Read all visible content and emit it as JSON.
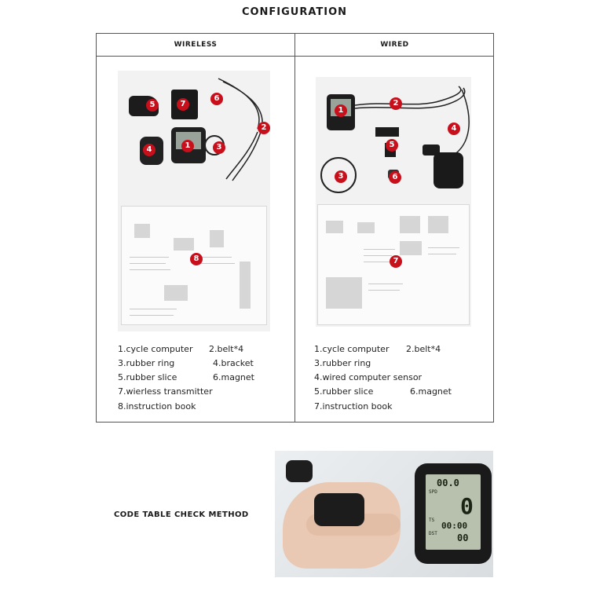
{
  "title": "CONFIGURATION",
  "columns": {
    "wireless": "WIRELESS",
    "wired": "WIRED"
  },
  "wireless_parts": [
    "1.cycle computer",
    "2.belt*4",
    "3.rubber ring",
    "4.bracket",
    "5.rubber slice",
    "6.magnet",
    "7.wierless transmitter",
    "8.instruction book"
  ],
  "wired_parts": [
    "1.cycle computer",
    "2.belt*4",
    "3.rubber ring",
    "4.wired computer sensor",
    "5.rubber slice",
    "6.magnet",
    "7.instruction book"
  ],
  "wireless_markers": [
    "1",
    "2",
    "3",
    "4",
    "5",
    "6",
    "7",
    "8"
  ],
  "wired_markers": [
    "1",
    "2",
    "3",
    "4",
    "5",
    "6",
    "7"
  ],
  "section_label": "CODE TABLE CHECK METHOD",
  "display": {
    "top_value": "00.0",
    "spd_label": "SPD",
    "big_value": "0",
    "ts_label": "TS",
    "ts_value": "00:00",
    "dst_label": "DST",
    "dst_value": "00"
  },
  "colors": {
    "marker": "#c8101c",
    "border": "#555555"
  }
}
